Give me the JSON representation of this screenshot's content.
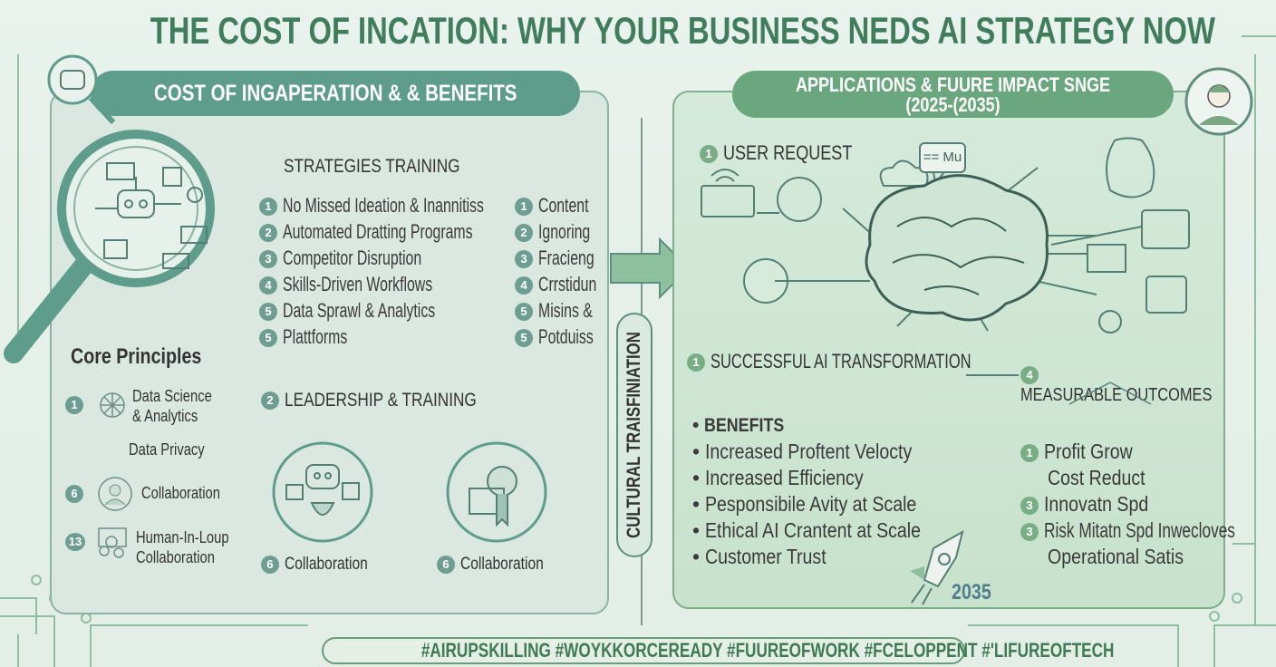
{
  "title": "THE COST OF INCATION: WHY YOUR BUSINESS NEDS AI STRATEGY NOW",
  "left_panel": {
    "header": "COST OF INGAPERATION & & BENEFITS",
    "strategies_title": "STRATEGIES TRAINING",
    "strategies": [
      {
        "n": "1",
        "t": "No Missed Ideation & Inannitiss"
      },
      {
        "n": "2",
        "t": "Automated Dratting Programs"
      },
      {
        "n": "3",
        "t": "Competitor Disruption"
      },
      {
        "n": "4",
        "t": "Skills-Driven Workflows"
      },
      {
        "n": "5",
        "t": "Data Sprawl & Analytics"
      },
      {
        "n": "5",
        "t": "Plattforms"
      }
    ],
    "side_list": [
      {
        "n": "1",
        "t": "Content"
      },
      {
        "n": "2",
        "t": "Ignoring"
      },
      {
        "n": "3",
        "t": "Fracieng"
      },
      {
        "n": "4",
        "t": "Crrstidun"
      },
      {
        "n": "5",
        "t": "Misins &"
      },
      {
        "n": "5",
        "t": "Potduiss"
      }
    ],
    "core_title": "Core Principles",
    "core": [
      {
        "n": "1",
        "t1": "Data Science",
        "t2": "& Analytics"
      },
      {
        "n": "",
        "t1": "Data Privacy",
        "t2": ""
      },
      {
        "n": "6",
        "t1": "Collaboration",
        "t2": ""
      },
      {
        "n": "13",
        "t1": "Human-In-Loup",
        "t2": "Collaboration"
      }
    ],
    "leadership_title": "LEADERSHIP & TRAINING",
    "leadership_num": "2",
    "leadership_items": [
      {
        "n": "6",
        "t": "Collaboration"
      },
      {
        "n": "6",
        "t": "Collaboration"
      }
    ]
  },
  "divider_label": "CULTURAL TRAISFINIATION",
  "right_panel": {
    "header_line1": "APPLICATIONS & FUURE IMPACT SNGE",
    "header_line2": "(2025-(2035)",
    "user_request": {
      "n": "1",
      "t": "USER REQUEST"
    },
    "chat_bubble": "== Mu",
    "transformation": {
      "n": "1",
      "t": "SUCCESSFUL AI TRANSFORMATION"
    },
    "outcomes_title": {
      "n": "4",
      "t": "MEASURABLE OUTCOMES"
    },
    "benefits": [
      "BENEFITS",
      "Increased Proftent Velocty",
      "Increased Efficiency",
      "Pesponsibile Avity at Scale",
      "Ethical AI Crantent at Scale",
      "Customer Trust"
    ],
    "outcomes": [
      {
        "n": "1",
        "t": "Profit Grow"
      },
      {
        "n": "",
        "t": "Cost Reduct"
      },
      {
        "n": "3",
        "t": "Innovatn Spd"
      },
      {
        "n": "3",
        "t": "Risk Mitatn Spd Inwecloves"
      },
      {
        "n": "",
        "t": "Operational Satis"
      }
    ],
    "year": "2035"
  },
  "hashtags": "#AIRUPSKILLING #WOYKKORCEREADY #FUUREOFWORK #FCELOPPENT #'LIFUREOFTECH",
  "colors": {
    "title": "#3f7d5c",
    "left_accent": "#5e9c8b",
    "right_accent": "#6ba77e"
  }
}
